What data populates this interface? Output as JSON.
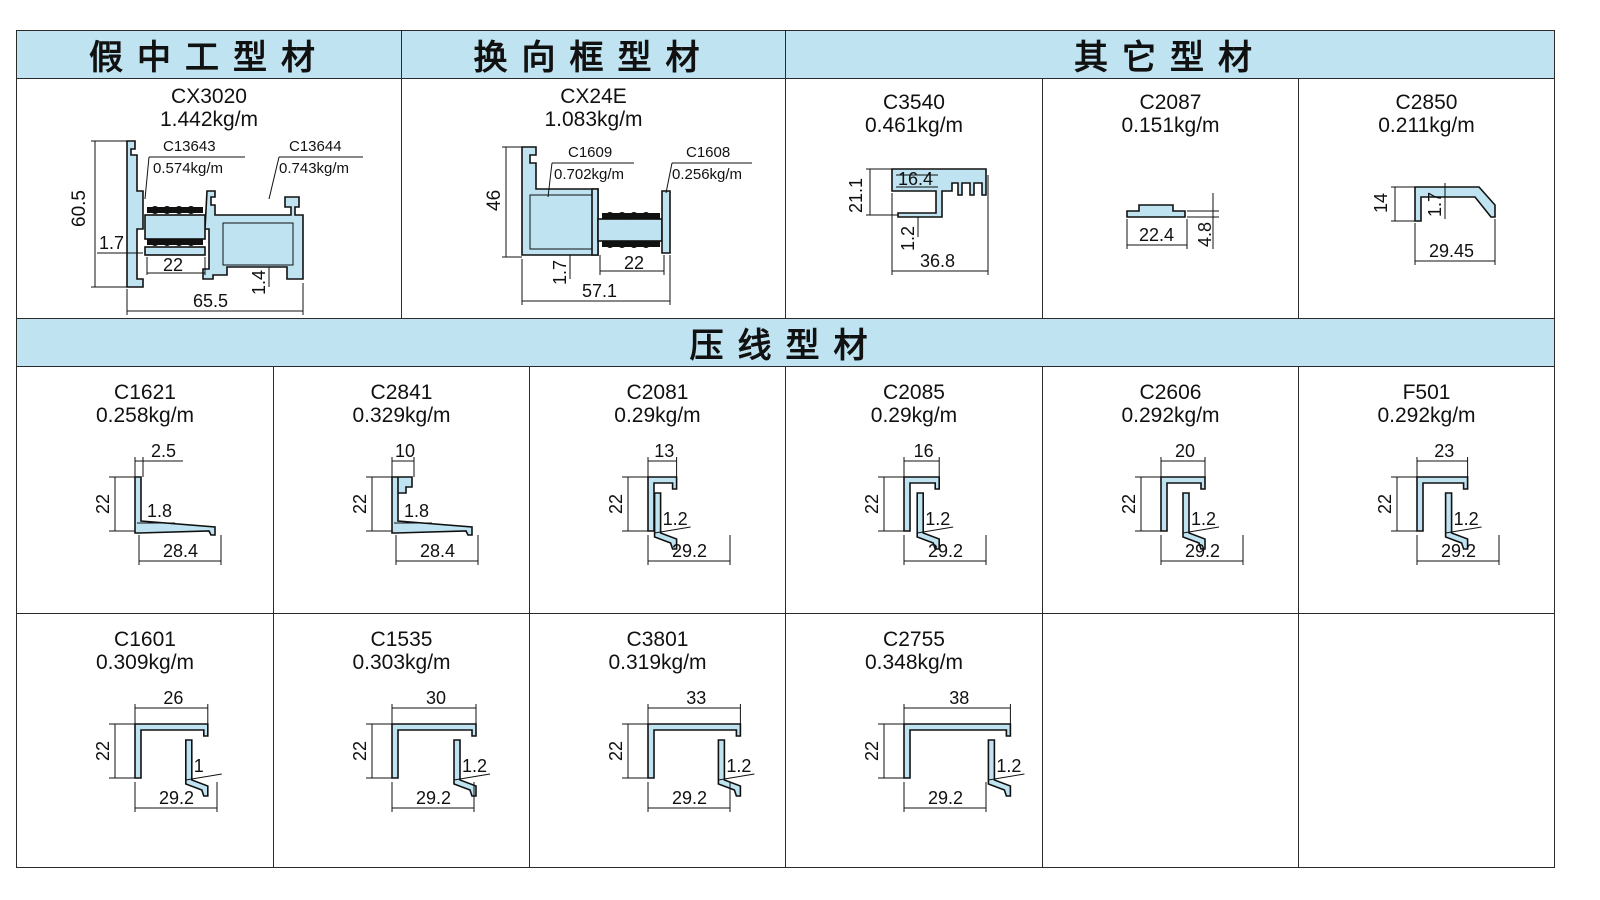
{
  "headers": {
    "fake_middle": "假中工型材",
    "reverse_frame": "换向框型材",
    "others": "其它型材",
    "bead": "压线型材"
  },
  "top": {
    "cx3020": {
      "code": "CX3020",
      "weight": "1.442kg/m",
      "sub1_code": "C13643",
      "sub1_weight": "0.574kg/m",
      "sub2_code": "C13644",
      "sub2_weight": "0.743kg/m",
      "d_h": "60.5",
      "d_w": "65.5",
      "d_a": "1.7",
      "d_b": "22",
      "d_c": "1.4"
    },
    "cx24e": {
      "code": "CX24E",
      "weight": "1.083kg/m",
      "sub1_code": "C1609",
      "sub1_weight": "0.702kg/m",
      "sub2_code": "C1608",
      "sub2_weight": "0.256kg/m",
      "d_h": "46",
      "d_w": "57.1",
      "d_a": "1.7",
      "d_b": "22"
    },
    "c3540": {
      "code": "C3540",
      "weight": "0.461kg/m",
      "d_h": "21.1",
      "d_a": "16.4",
      "d_b": "1.2",
      "d_w": "36.8"
    },
    "c2087": {
      "code": "C2087",
      "weight": "0.151kg/m",
      "d_w": "22.4",
      "d_h": "4.8"
    },
    "c2850": {
      "code": "C2850",
      "weight": "0.211kg/m",
      "d_h": "14",
      "d_a": "1.7",
      "d_w": "29.45"
    }
  },
  "row1": [
    {
      "code": "C1621",
      "weight": "0.258kg/m",
      "d_top": "2.5",
      "d_h": "22",
      "d_t": "1.8",
      "d_w": "28.4"
    },
    {
      "code": "C2841",
      "weight": "0.329kg/m",
      "d_top": "10",
      "d_h": "22",
      "d_t": "1.8",
      "d_w": "28.4"
    },
    {
      "code": "C2081",
      "weight": "0.29kg/m",
      "d_top": "13",
      "d_h": "22",
      "d_t": "1.2",
      "d_w": "29.2"
    },
    {
      "code": "C2085",
      "weight": "0.29kg/m",
      "d_top": "16",
      "d_h": "22",
      "d_t": "1.2",
      "d_w": "29.2"
    },
    {
      "code": "C2606",
      "weight": "0.292kg/m",
      "d_top": "20",
      "d_h": "22",
      "d_t": "1.2",
      "d_w": "29.2"
    },
    {
      "code": "F501",
      "weight": "0.292kg/m",
      "d_top": "23",
      "d_h": "22",
      "d_t": "1.2",
      "d_w": "29.2"
    }
  ],
  "row2": [
    {
      "code": "C1601",
      "weight": "0.309kg/m",
      "d_top": "26",
      "d_h": "22",
      "d_t": "1",
      "d_w": "29.2"
    },
    {
      "code": "C1535",
      "weight": "0.303kg/m",
      "d_top": "30",
      "d_h": "22",
      "d_t": "1.2",
      "d_w": "29.2"
    },
    {
      "code": "C3801",
      "weight": "0.319kg/m",
      "d_top": "33",
      "d_h": "22",
      "d_t": "1.2",
      "d_w": "29.2"
    },
    {
      "code": "C2755",
      "weight": "0.348kg/m",
      "d_top": "38",
      "d_h": "22",
      "d_t": "1.2",
      "d_w": "29.2"
    }
  ],
  "colors": {
    "header_bg": "#bfe3f1",
    "profile_fill": "#bfe3f1",
    "line": "#111111"
  }
}
